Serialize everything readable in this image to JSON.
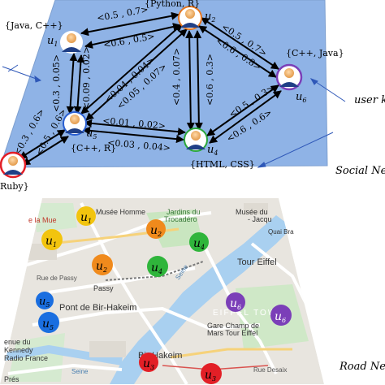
{
  "users": [
    {
      "id": "u1",
      "label": "u",
      "sub": "1",
      "skills": "{Java, C++}"
    },
    {
      "id": "u2",
      "label": "u",
      "sub": "2",
      "skills": "{Python, R}"
    },
    {
      "id": "u3",
      "label": "u",
      "sub": "3",
      "skills": "Ruby}"
    },
    {
      "id": "u4",
      "label": "u",
      "sub": "4",
      "skills": "{HTML,  CSS}"
    },
    {
      "id": "u5",
      "label": "u",
      "sub": "5",
      "skills": "{C++, R}"
    },
    {
      "id": "u6",
      "label": "u",
      "sub": "6",
      "skills": "{C++, Java}"
    }
  ],
  "edges": [
    {
      "id": "e12a",
      "label": "<0.5 , 0.7>"
    },
    {
      "id": "e12b",
      "label": "<0.6 , 0.5>"
    },
    {
      "id": "e15a",
      "label": "<0.3 , 0.05>"
    },
    {
      "id": "e15b",
      "label": "<0.09 , 0.02>"
    },
    {
      "id": "e25a",
      "label": "<0.04 , 0.04>"
    },
    {
      "id": "e25b",
      "label": "<0.05 , 0.07>"
    },
    {
      "id": "e24a",
      "label": "<0.4 , 0.07>"
    },
    {
      "id": "e24b",
      "label": "<0.6 , 0.3>"
    },
    {
      "id": "e26a",
      "label": "<0.5 , 0.7>"
    },
    {
      "id": "e26b",
      "label": "<0.6 , 0.8>"
    },
    {
      "id": "e45a",
      "label": "<0.01 , 0.02>"
    },
    {
      "id": "e45b",
      "label": "<0.03 , 0.04>"
    },
    {
      "id": "e46a",
      "label": "<0.5 , 0.3>"
    },
    {
      "id": "e46b",
      "label": "<0.6 , 0.6>"
    },
    {
      "id": "e35a",
      "label": "<0.3 , 0.6>"
    },
    {
      "id": "e35b",
      "label": "<0.5 , 0.6>"
    }
  ],
  "captions": {
    "user_keywords": "user k",
    "social_network": "Social Ne",
    "road_network": "Road Ne"
  },
  "map_labels": {
    "musee_homme": "Musée   Homme",
    "jardins": "Jardins du",
    "trocadero": "Trocadéro",
    "musee_quai": "Musée du",
    "quai": "- Jacqu",
    "quai_bra": "Quai Bra",
    "la_muette": "e la Mue",
    "tour_eiffel": "Tour Eiffel",
    "rue_passy": "Rue de Passy",
    "passy": "Passy",
    "seine1": "Seine",
    "seine2": "Seine",
    "pont": "Pont de Bir-Hakeim",
    "eiffel_tower": "EIFFEL TOWER",
    "gare1": "Gare Champ de",
    "gare2": "Mars Tour Eiffel",
    "bir_hakeim": "Bir-Hakeim",
    "rue_desaix": "Rue Desaix",
    "kennedy1": "enue du",
    "kennedy2": "Kennedy",
    "radio": "Radio France",
    "pres": "Prés"
  },
  "map_pins": [
    {
      "label": "u",
      "sub": "1",
      "color": "#f2c40e"
    },
    {
      "label": "u",
      "sub": "1",
      "color": "#f2c40e"
    },
    {
      "label": "u",
      "sub": "2",
      "color": "#f08a1c"
    },
    {
      "label": "u",
      "sub": "2",
      "color": "#f08a1c"
    },
    {
      "label": "u",
      "sub": "4",
      "color": "#2fb53b"
    },
    {
      "label": "u",
      "sub": "4",
      "color": "#2fb53b"
    },
    {
      "label": "u",
      "sub": "5",
      "color": "#1a6ee0"
    },
    {
      "label": "u",
      "sub": "5",
      "color": "#1a6ee0"
    },
    {
      "label": "u",
      "sub": "6",
      "color": "#7b3fb8"
    },
    {
      "label": "u",
      "sub": "6",
      "color": "#7b3fb8"
    },
    {
      "label": "u",
      "sub": "3",
      "color": "#e21f26"
    },
    {
      "label": "u",
      "sub": "3",
      "color": "#e21f26"
    }
  ]
}
